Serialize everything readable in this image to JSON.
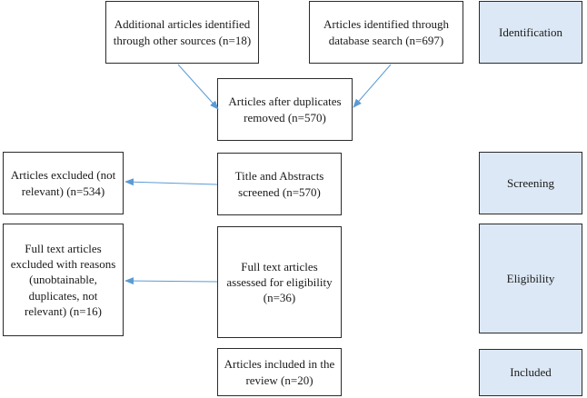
{
  "boxes": {
    "other_sources": "Additional articles identified through other sources (n=18)",
    "database_search": "Articles identified through database search (n=697)",
    "after_duplicates": "Articles after duplicates removed (n=570)",
    "title_abstract_screened": "Title and Abstracts screened (n=570)",
    "excluded_not_relevant": "Articles excluded (not relevant) (n=534)",
    "full_text_assessed": "Full text articles assessed for eligibility (n=36)",
    "full_text_excluded": "Full text articles excluded with reasons (unobtainable, duplicates, not relevant) (n=16)",
    "included_review": "Articles included in the review (n=20)"
  },
  "stages": {
    "identification": "Identification",
    "screening": "Screening",
    "eligibility": "Eligibility",
    "included": "Included"
  },
  "colors": {
    "stage_fill": "#dce8f5",
    "arrow": "#5b9bd5",
    "border": "#2b2b2b"
  }
}
